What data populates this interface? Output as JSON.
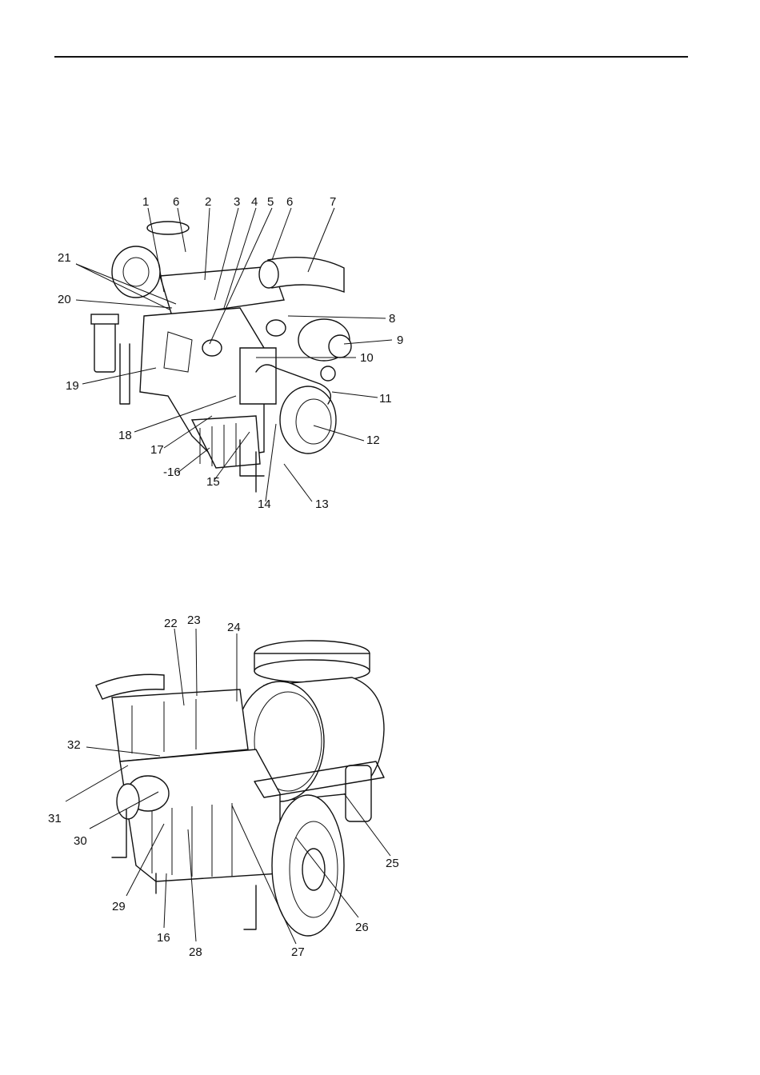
{
  "figure1": {
    "labels": [
      {
        "text": "1"
      },
      {
        "text": "6"
      },
      {
        "text": "2"
      },
      {
        "text": "3"
      },
      {
        "text": "4"
      },
      {
        "text": "5"
      },
      {
        "text": "6"
      },
      {
        "text": "7"
      },
      {
        "text": "21"
      },
      {
        "text": "20"
      },
      {
        "text": "8"
      },
      {
        "text": "9"
      },
      {
        "text": "10"
      },
      {
        "text": "19"
      },
      {
        "text": "11"
      },
      {
        "text": "18"
      },
      {
        "text": "12"
      },
      {
        "text": "17"
      },
      {
        "text": "-16"
      },
      {
        "text": "15"
      },
      {
        "text": "14"
      },
      {
        "text": "13"
      }
    ]
  },
  "figure2": {
    "labels": [
      {
        "text": "22"
      },
      {
        "text": "23"
      },
      {
        "text": "24"
      },
      {
        "text": "32"
      },
      {
        "text": "31"
      },
      {
        "text": "30"
      },
      {
        "text": "25"
      },
      {
        "text": "29"
      },
      {
        "text": "26"
      },
      {
        "text": "16"
      },
      {
        "text": "28"
      },
      {
        "text": "27"
      }
    ]
  }
}
